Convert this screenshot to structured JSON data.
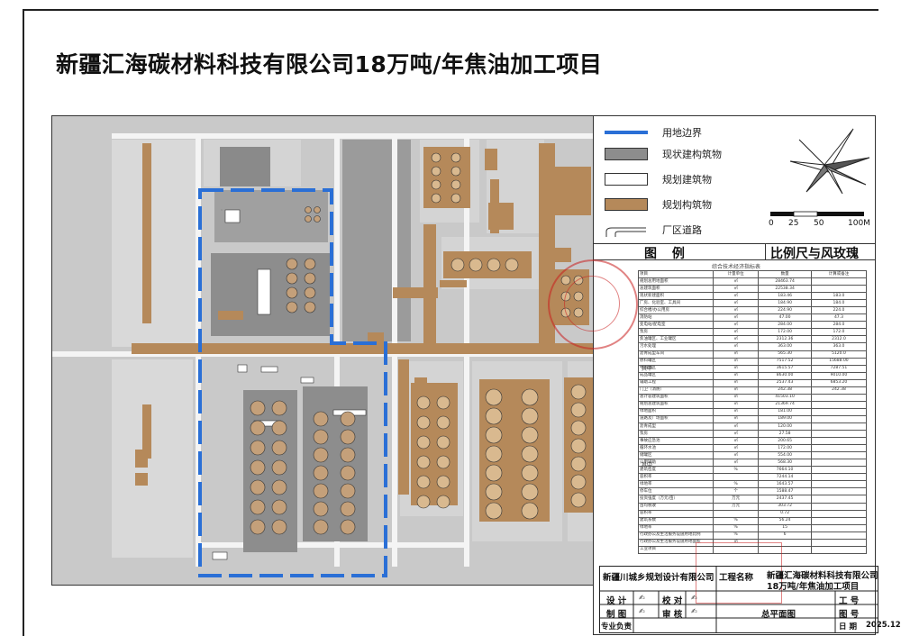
{
  "title": "新疆汇海碳材料科技有限公司18万吨/年焦油加工项目",
  "legend": {
    "items": [
      {
        "label": "用地边界",
        "color": "#2a6fd6",
        "kind": "line"
      },
      {
        "label": "现状建构筑物",
        "color": "#8d8d8d",
        "kind": "fill"
      },
      {
        "label": "规划建筑物",
        "color": "#ffffff",
        "kind": "fill"
      },
      {
        "label": "规划构筑物",
        "color": "#b5895a",
        "kind": "fill"
      },
      {
        "label": "厂区道路",
        "color": "#ffffff",
        "kind": "road"
      }
    ],
    "section_title": "图 例"
  },
  "scale": {
    "ticks": [
      "0",
      "25",
      "50",
      "100M"
    ],
    "section_title": "比例尺与风玫瑰"
  },
  "table": {
    "title": "综合技术经济指标表",
    "headers": [
      "项目",
      "计量单位",
      "数量",
      "计算或备注"
    ],
    "rows": [
      [
        "规划总用地面积",
        "㎡",
        "28463.74",
        ""
      ],
      [
        "总建筑面积",
        "㎡",
        "22538.34",
        ""
      ],
      [
        "现状新建面积",
        "㎡",
        "183.46",
        "183.0"
      ],
      [
        "厂房、化验室、工具间",
        "㎡",
        "184.90",
        "184.0"
      ],
      [
        "综合楼/办公用房",
        "㎡",
        "224.90",
        "224.0"
      ],
      [
        "消防站",
        "㎡",
        "47.00",
        "47.3"
      ],
      [
        "变电站/配电室",
        "㎡",
        "284.00",
        "284.0"
      ],
      [
        "泵房",
        "㎡",
        "172.00",
        "172.0"
      ],
      [
        "焦油罐区、工业罐区",
        "㎡",
        "2312.36",
        "2312.0"
      ],
      [
        "污水处理",
        "㎡",
        "363.00",
        "363.0"
      ],
      [
        "沥青成型车间",
        "㎡",
        "565.30",
        "5120.0"
      ],
      [
        "原料罐区",
        "㎡",
        "7517.52",
        "15688.00"
      ],
      [
        "中间罐区",
        "㎡",
        "3615.57",
        "7287.51"
      ],
      [
        "成品罐区",
        "㎡",
        "8630.00",
        "9010.00"
      ],
      [
        "辅助工程",
        "㎡",
        "2537.43",
        "6853.20"
      ],
      [
        "门卫（消防）",
        "㎡",
        "242.38",
        "242.38"
      ],
      [
        "总计容建筑面积",
        "㎡",
        "41503.10",
        ""
      ],
      [
        "规划总建筑面积",
        "㎡",
        "21369.74",
        ""
      ],
      [
        "绿地面积",
        "㎡",
        "181.00",
        ""
      ],
      [
        "道路及广场面积",
        "㎡",
        "189.00",
        ""
      ],
      [
        "沥青成型",
        "㎡",
        "120.00",
        ""
      ],
      [
        "泵房",
        "㎡",
        "27.58",
        ""
      ],
      [
        "事故应急池",
        "㎡",
        "200.65",
        ""
      ],
      [
        "循环水池",
        "㎡",
        "172.00",
        ""
      ],
      [
        "储罐区",
        "㎡",
        "554.00",
        ""
      ],
      [
        "公用辅助",
        "㎡",
        "568.30",
        ""
      ],
      [
        "建筑密度",
        "%",
        "7664.10",
        ""
      ],
      [
        "容积率",
        "",
        "7244.14",
        ""
      ],
      [
        "绿地率",
        "%",
        "1643.57",
        ""
      ],
      [
        "停车位",
        "个",
        "1588.47",
        ""
      ],
      [
        "投资强度（万元/亩）",
        "万元",
        "2437.45",
        ""
      ],
      [
        "亩均税收",
        "万元",
        "303.72",
        ""
      ],
      [
        "容积率",
        "",
        "0.72",
        ""
      ],
      [
        "建筑系数",
        "%",
        "56.24",
        ""
      ],
      [
        "绿地率",
        "%",
        "15",
        ""
      ],
      [
        "行政办公及生活服务设施用地比例",
        "%",
        "6",
        ""
      ],
      [
        "行政办公及生活服务设施用地面积",
        "㎡",
        "",
        ""
      ],
      [
        "工业项目",
        "",
        "",
        ""
      ]
    ],
    "side_labels": [
      "其中",
      "其中"
    ]
  },
  "title_block": {
    "designer_org": "新疆川城乡规划设计有限公司",
    "project_label": "工程名称",
    "project_name_line1": "新疆汇海碳材料科技有限公司",
    "project_name_line2": "18万吨/年焦油加工项目",
    "design_label": "设 计",
    "check_label": "校 对",
    "draw_label": "制 图",
    "review_label": "审 核",
    "major_label": "专业负责",
    "drawing_name": "总平面图",
    "work_no_label": "工 号",
    "drawing_no_label": "图 号",
    "date_label": "日 期",
    "date_value": "2025.12"
  }
}
